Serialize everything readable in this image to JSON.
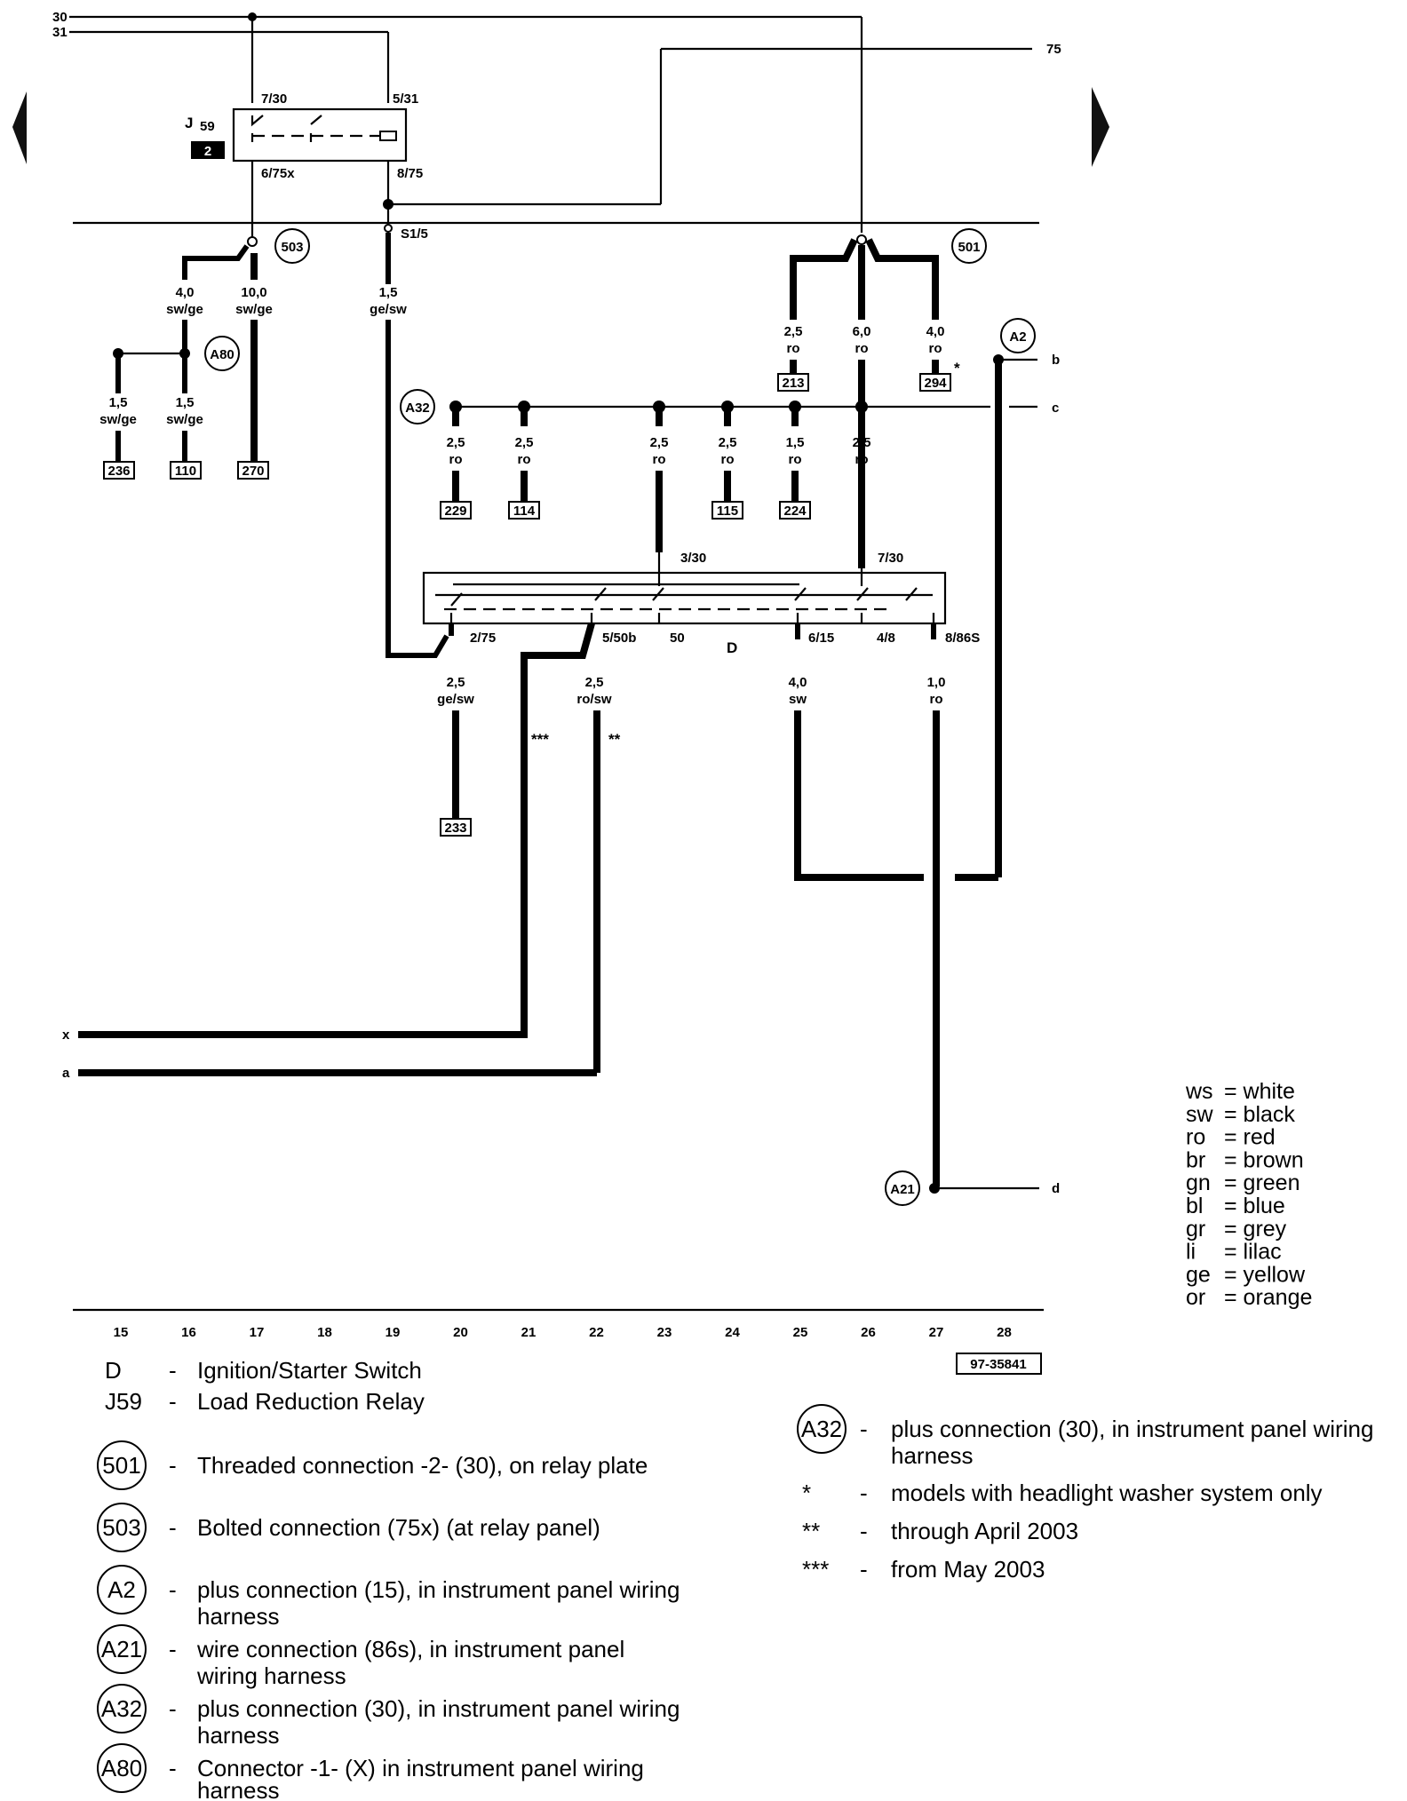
{
  "nav": {
    "prev_label": "previous page",
    "next_label": "next page"
  },
  "top_lines": {
    "l30": "30",
    "l31": "31",
    "l75": "75"
  },
  "relay": {
    "name_main": "J",
    "name_sub": "59",
    "badge": "2",
    "pin_7_30": "7/30",
    "pin_5_31": "5/31",
    "pin_6_75x": "6/75x",
    "pin_8_75": "8/75"
  },
  "junctions": {
    "s15": "S1/5"
  },
  "connectors": {
    "c503": "503",
    "c501": "501",
    "A80": "A80",
    "A32": "A32",
    "A2": "A2",
    "A21": "A21"
  },
  "wires": {
    "w4_0_swge": {
      "size": "4,0",
      "color": "sw/ge"
    },
    "w10_0_swge": {
      "size": "10,0",
      "color": "sw/ge"
    },
    "w1_5_gesw": {
      "size": "1,5",
      "color": "ge/sw"
    },
    "w1_5_swge_a": {
      "size": "1,5",
      "color": "sw/ge"
    },
    "w1_5_swge_b": {
      "size": "1,5",
      "color": "sw/ge"
    },
    "w2_5_ro_213": {
      "size": "2,5",
      "color": "ro"
    },
    "w6_0_ro": {
      "size": "6,0",
      "color": "ro"
    },
    "w4_0_ro_294": {
      "size": "4,0",
      "color": "ro"
    },
    "w_229": {
      "size": "2,5",
      "color": "ro"
    },
    "w_114": {
      "size": "2,5",
      "color": "ro"
    },
    "w_23": {
      "size": "2,5",
      "color": "ro"
    },
    "w_115": {
      "size": "2,5",
      "color": "ro"
    },
    "w_224": {
      "size": "1,5",
      "color": "ro"
    },
    "w_26": {
      "size": "2,5",
      "color": "ro"
    },
    "w_233": {
      "size": "2,5",
      "color": "ge/sw"
    },
    "w_rosw": {
      "size": "2,5",
      "color": "ro/sw"
    },
    "w_sw40": {
      "size": "4,0",
      "color": "sw"
    },
    "w_ro10": {
      "size": "1,0",
      "color": "ro"
    }
  },
  "refs": {
    "r236": "236",
    "r110": "110",
    "r270": "270",
    "r213": "213",
    "r294": "294",
    "r229": "229",
    "r114": "114",
    "r115": "115",
    "r224": "224",
    "r233": "233"
  },
  "switch": {
    "name": "D",
    "pin_3_30": "3/30",
    "pin_7_30": "7/30",
    "pin_2_75": "2/75",
    "pin_5_50b": "5/50b",
    "pin_50": "50",
    "pin_6_15": "6/15",
    "pin_4_8": "4/8",
    "pin_8_86s": "8/86S"
  },
  "marks": {
    "star1": "*",
    "star3": "***",
    "star2": "**"
  },
  "edge_letters": {
    "b": "b",
    "c": "c",
    "d": "d",
    "x": "x",
    "a": "a"
  },
  "ruler": [
    "15",
    "16",
    "17",
    "18",
    "19",
    "20",
    "21",
    "22",
    "23",
    "24",
    "25",
    "26",
    "27",
    "28"
  ],
  "figure_id": "97-35841",
  "color_legend": [
    {
      "code": "ws",
      "name": "= white"
    },
    {
      "code": "sw",
      "name": "= black"
    },
    {
      "code": "ro",
      "name": "= red"
    },
    {
      "code": "br",
      "name": "= brown"
    },
    {
      "code": "gn",
      "name": "= green"
    },
    {
      "code": "bl",
      "name": "= blue"
    },
    {
      "code": "gr",
      "name": "= grey"
    },
    {
      "code": "li",
      "name": "= lilac"
    },
    {
      "code": "ge",
      "name": "= yellow"
    },
    {
      "code": "or",
      "name": "= orange"
    }
  ],
  "legend_left": [
    {
      "key": "D",
      "text": "Ignition/Starter Switch"
    },
    {
      "key": "J59",
      "text": "Load Reduction Relay"
    },
    {
      "key": "501",
      "text": "Threaded connection -2- (30), on relay plate"
    },
    {
      "key": "503",
      "text": "Bolted connection (75x) (at relay panel)"
    },
    {
      "key": "A2",
      "text": "plus connection (15), in instrument panel wiring",
      "text2": "harness"
    },
    {
      "key": "A21",
      "text": "wire connection (86s), in instrument panel",
      "text2": "wiring harness"
    },
    {
      "key": "A32",
      "text": "plus connection (30), in instrument panel wiring",
      "text2": "harness"
    },
    {
      "key": "A80",
      "text": "Connector -1- (X) in instrument panel wiring",
      "text2": "harness"
    }
  ],
  "legend_right": [
    {
      "key": "A32",
      "text": "plus connection (30), in instrument panel wiring",
      "text2": "harness"
    },
    {
      "key": "*",
      "text": "models with headlight washer system only"
    },
    {
      "key": "**",
      "text": "through April 2003"
    },
    {
      "key": "***",
      "text": "from May 2003"
    }
  ],
  "dash": "-"
}
